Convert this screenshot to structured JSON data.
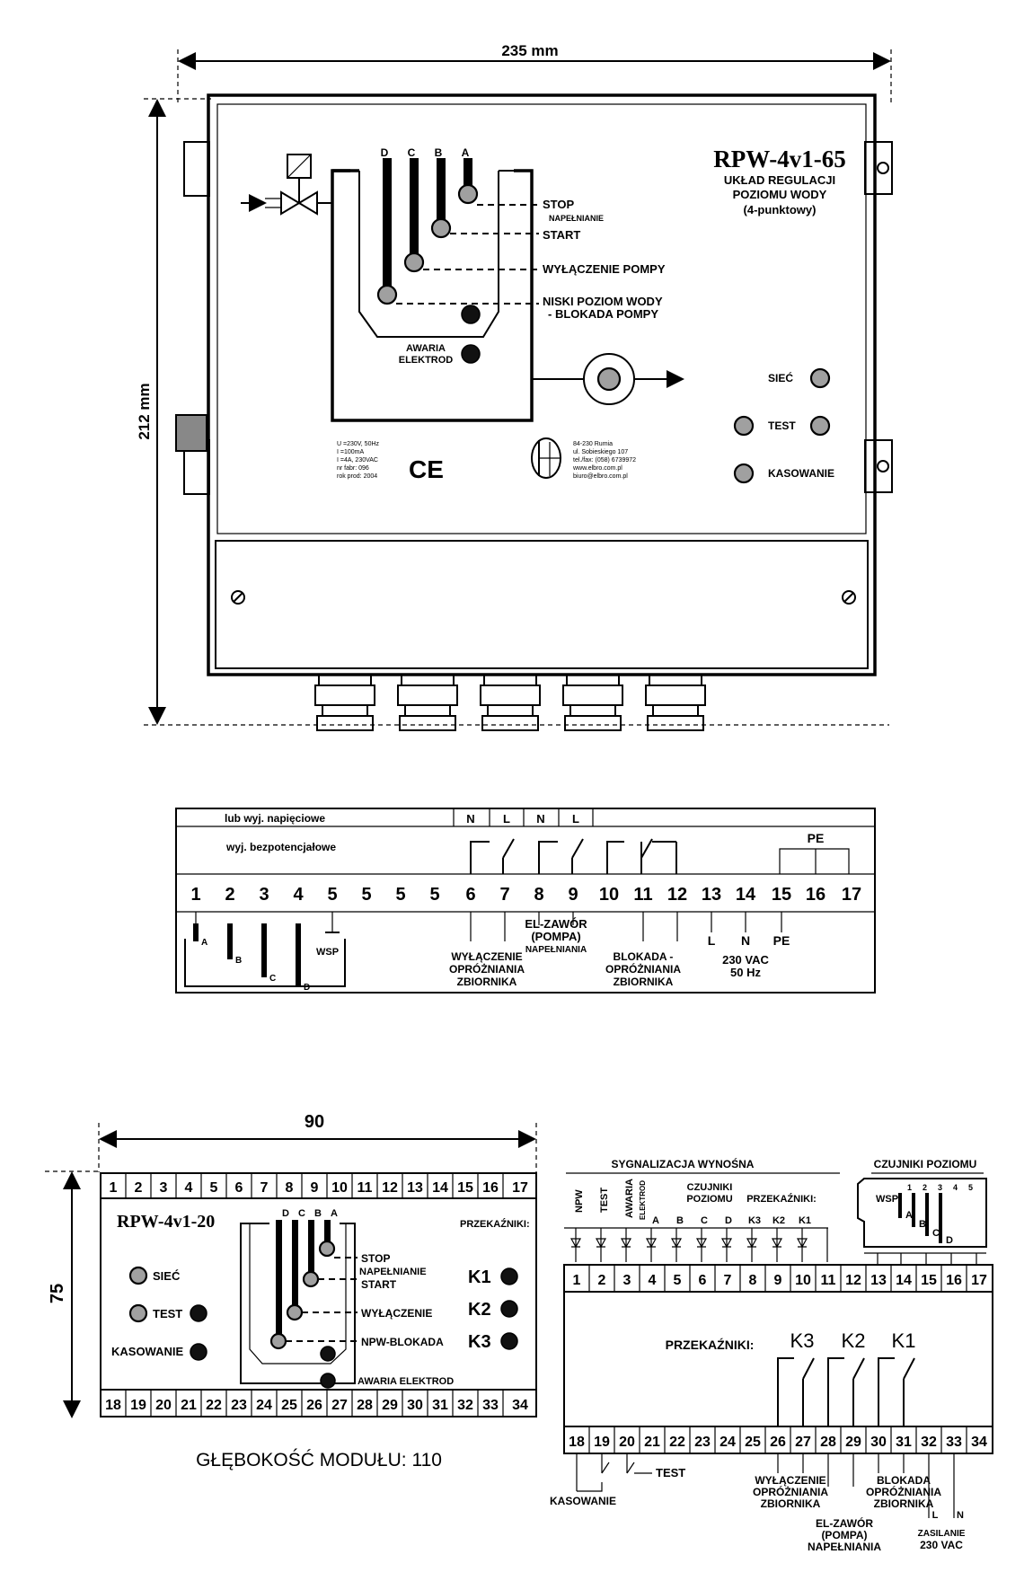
{
  "top_view": {
    "width_dim": "235 mm",
    "height_dim": "212 mm",
    "model": "RPW-4v1-65",
    "subtitle": [
      "UKŁAD REGULACJI",
      "POZIOMU WODY",
      "(4-punktowy)"
    ],
    "electrodes": [
      "D",
      "C",
      "B",
      "A"
    ],
    "levels": {
      "stop": "STOP",
      "napelnianie": "NAPEŁNIANIE",
      "start": "START",
      "wylaczenie": "WYŁĄCZENIE POMPY",
      "niski1": "NISKI POZIOM WODY",
      "niski2": "- BLOKADA POMPY",
      "awaria1": "AWARIA",
      "awaria2": "ELEKTROD"
    },
    "indicators": {
      "siec": "SIEĆ",
      "test": "TEST",
      "kasowanie": "KASOWANIE"
    },
    "specs": [
      "U =230V, 50Hz",
      "I =100mA",
      "I =4A, 230VAC",
      "nr fabr: 096",
      "rok prod: 2004"
    ],
    "ce": "CE",
    "company": [
      "84-230 Rumia",
      "ul. Sobieskiego 107",
      "tel./fax: (058) 6739972",
      "www.elbro.com.pl",
      "biuro@elbro.com.pl"
    ]
  },
  "terminal_table": {
    "header_left": "lub wyj. napięciowe",
    "header_nl": [
      "N",
      "L",
      "N",
      "L"
    ],
    "sub_left": "wyj. bezpotencjałowe",
    "pe": "PE",
    "numbers": [
      "1",
      "2",
      "3",
      "4",
      "5",
      "5",
      "5",
      "5",
      "6",
      "7",
      "8",
      "9",
      "10",
      "11",
      "12",
      "13",
      "14",
      "15",
      "16",
      "17"
    ],
    "sensors": [
      "A",
      "B",
      "C",
      "D",
      "WSP"
    ],
    "labels": {
      "wyl": [
        "WYŁĄCZENIE",
        "OPRÓŻNIANIA",
        "ZBIORNIKA"
      ],
      "elzawor": [
        "EL-ZAWÓR",
        "(POMPA)",
        "NAPEŁNIANIA"
      ],
      "blok": [
        "BLOKADA -",
        "OPRÓŻNIANIA",
        "ZBIORNIKA"
      ],
      "lnpe": [
        "L",
        "N",
        "PE"
      ],
      "supply": [
        "230 VAC",
        "50 Hz"
      ]
    }
  },
  "module_view": {
    "width_dim": "90",
    "height_dim": "75",
    "model": "RPW-4v1-20",
    "top_numbers": [
      "1",
      "2",
      "3",
      "4",
      "5",
      "6",
      "7",
      "8",
      "9",
      "10",
      "11",
      "12",
      "13",
      "14",
      "15",
      "16",
      "17"
    ],
    "bottom_numbers": [
      "18",
      "19",
      "20",
      "21",
      "22",
      "23",
      "24",
      "25",
      "26",
      "27",
      "28",
      "29",
      "30",
      "31",
      "32",
      "33",
      "34"
    ],
    "electrodes": [
      "D",
      "C",
      "B",
      "A"
    ],
    "przekazniki": "PRZEKAŹNIKI:",
    "relays": [
      "K1",
      "K2",
      "K3"
    ],
    "indicators": {
      "siec": "SIEĆ",
      "test": "TEST",
      "kasowanie": "KASOWANIE"
    },
    "levels": {
      "stop": "STOP",
      "napelnianie": "NAPEŁNIANIE",
      "start": "START",
      "wylaczenie": "WYŁĄCZENIE",
      "npw": "NPW-BLOKADA",
      "awaria": "AWARIA ELEKTROD"
    },
    "depth": "GŁĘBOKOŚĆ MODUŁU: 110"
  },
  "wiring": {
    "sygnalizacja": "SYGNALIZACJA WYNOŚNA",
    "czujniki_poziomu": "CZUJNIKI POZIOMU",
    "col_npw": "NPW",
    "col_test": "TEST",
    "col_awaria": "AWARIA",
    "col_elektrod": "ELEKTROD",
    "czujniki": [
      "CZUJNIKI",
      "POZIOMU"
    ],
    "przekazniki_hdr": "PRZEKAŹNIKI:",
    "sensor_letters": [
      "A",
      "B",
      "C",
      "D"
    ],
    "relay_cols": [
      "K3",
      "K2",
      "K1"
    ],
    "top_numbers": [
      "1",
      "2",
      "3",
      "4",
      "5",
      "6",
      "7",
      "8",
      "9",
      "10",
      "11",
      "12",
      "13",
      "14",
      "15",
      "16",
      "17"
    ],
    "bottom_numbers": [
      "18",
      "19",
      "20",
      "21",
      "22",
      "23",
      "24",
      "25",
      "26",
      "27",
      "28",
      "29",
      "30",
      "31",
      "32",
      "33",
      "34"
    ],
    "przekazniki_mid": "PRZEKAŹNIKI:",
    "relays": [
      "K3",
      "K2",
      "K1"
    ],
    "sensor_box_numbers": [
      "1",
      "2",
      "3",
      "4",
      "5"
    ],
    "sensor_box_wsp": "WSP",
    "sensor_box_letters": [
      "A",
      "B",
      "C",
      "D"
    ],
    "test": "TEST",
    "kasowanie": "KASOWANIE",
    "wyl": [
      "WYŁĄCZENIE",
      "OPRÓŻNIANIA",
      "ZBIORNIKA"
    ],
    "elzawor": [
      "EL-ZAWÓR",
      "(POMPA)",
      "NAPEŁNIANIA"
    ],
    "blok": [
      "BLOKADA",
      "OPRÓŻNIANIA",
      "ZBIORNIKA"
    ],
    "ln": [
      "L",
      "N"
    ],
    "zasilanie": [
      "ZASILANIE",
      "230 VAC"
    ]
  }
}
